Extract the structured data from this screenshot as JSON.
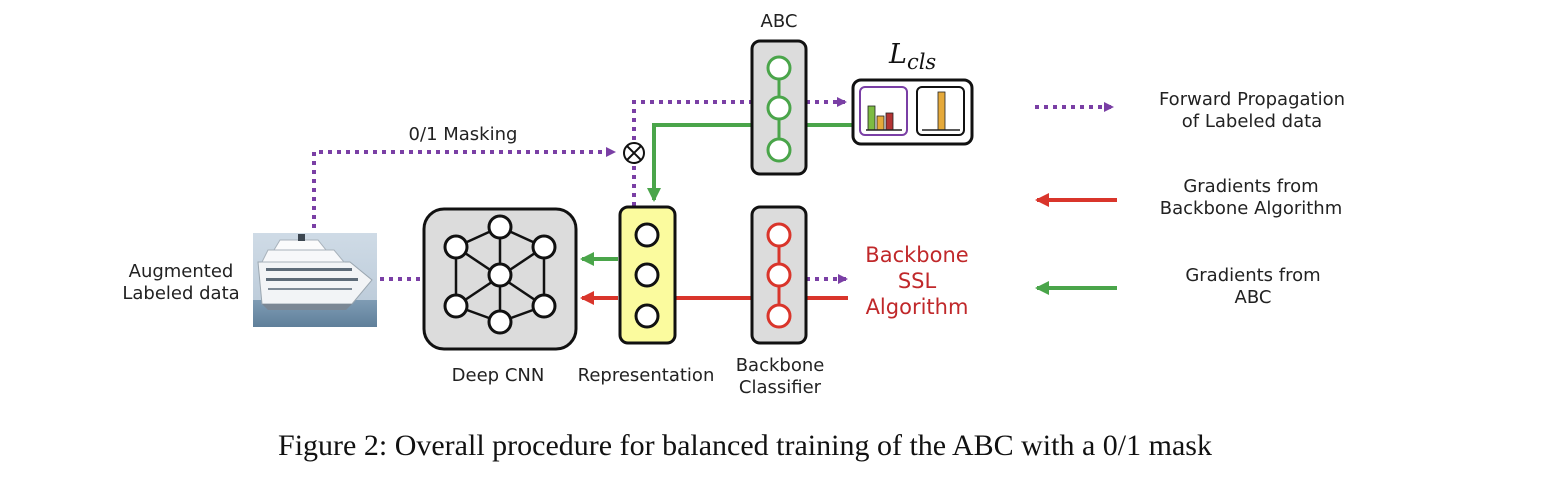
{
  "diagram": {
    "colors": {
      "forward": "#7a3fa5",
      "red_gradient": "#d9352b",
      "green_gradient": "#4aa54a",
      "backbone_text": "#c0282a",
      "representation_fill": "#fbfb9e"
    },
    "labels": {
      "abc": "ABC",
      "loss_main": "L",
      "loss_sub": "cls",
      "masking": "0/1 Masking",
      "input_line1": "Augmented",
      "input_line2": "Labeled data",
      "deep_cnn": "Deep CNN",
      "representation": "Representation",
      "backbone_classifier_line1": "Backbone",
      "backbone_classifier_line2": "Classifier",
      "backbone_ssl_line1": "Backbone",
      "backbone_ssl_line2": "SSL",
      "backbone_ssl_line3": "Algorithm"
    },
    "legend": [
      {
        "style": "dotted-purple",
        "line1": "Forward Propagation",
        "line2": "of Labeled data"
      },
      {
        "style": "solid-red",
        "line1": "Gradients from",
        "line2": "Backbone Algorithm"
      },
      {
        "style": "solid-green",
        "line1": "Gradients from",
        "line2": "ABC"
      }
    ],
    "icons": {
      "input_image": "cruise-ship-image",
      "multiply": "circled-times-icon",
      "histogram": "bar-chart-icon"
    }
  },
  "caption": {
    "prefix": "Figure 2:",
    "text": "Overall procedure for balanced training of the ABC with a 0/1 mask"
  }
}
